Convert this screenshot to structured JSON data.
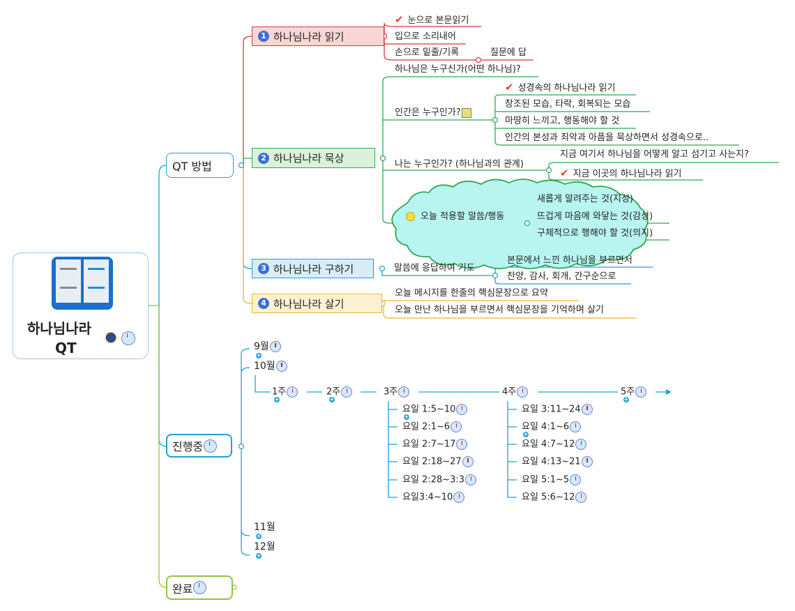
{
  "central": {
    "title_line1": "하나님나라",
    "title_line2": "QT"
  },
  "qt_method": {
    "label": "QT 방법",
    "reading": {
      "num": "1",
      "label": "하나님나라 읽기",
      "items": [
        "눈으로 본문읽기",
        "입으로 소리내어",
        "손으로 밑줄/기록"
      ],
      "sub": "질문에 답"
    },
    "meditation": {
      "num": "2",
      "label": "하나님나라 묵상",
      "q1": "하나님은 누구신가(어떤 하나님)?",
      "q2": "인간은 누구인가?",
      "q2_items": [
        "성경속의 하나님나라 읽기",
        "창조된 모습, 타락, 회복되는 모습",
        "마땅히 느끼고, 행동해야 할 것",
        "인간의 본성과 죄악과 아픔을 묵상하면서 성경속으로.."
      ],
      "q3": "나는 누구인가? (하나님과의 관계)",
      "q3_items": [
        "지금 여기서 하나님을 어떻게 알고 섬기고 사는지?",
        "지금 이곳의 하나님나라 읽기"
      ],
      "apply": "오늘 적용할 말씀/행동",
      "apply_items": [
        "새롭게 알려주는 것(지성)",
        "뜨겁게 마음에 와닿는 것(감성)",
        "구체적으로 행해야 할 것(의지)"
      ]
    },
    "seeking": {
      "num": "3",
      "label": "하나님나라 구하기",
      "item": "말씀에 응답하여 기도",
      "sub": [
        "본문에서 느낀 하나님을 부르면서",
        "찬양, 감사, 회개, 간구순으로"
      ]
    },
    "living": {
      "num": "4",
      "label": "하나님나라 살기",
      "items": [
        "오늘 메시지를 한줄의 핵심문장으로 요약",
        "오늘 만난 하나님을 부르면서 핵심문장을 기억하며 살기"
      ]
    }
  },
  "progress": {
    "label": "진행중",
    "months": [
      "9월",
      "10월",
      "11월",
      "12월"
    ],
    "weeks": [
      "1주",
      "2주",
      "3주",
      "4주",
      "5주"
    ],
    "week3": [
      "요일 1:5~10",
      "요일 2:1~6",
      "요일 2:7~17",
      "요일 2:18~27",
      "요일 2:28~3:3",
      "요일3:4~10"
    ],
    "week4": [
      "요일 3:11~24",
      "요일 4:1~6",
      "요일 4:7~12",
      "요일 4:13~21",
      "요일 5:1~5",
      "요일 5:6~12"
    ]
  },
  "done": {
    "label": "완료"
  },
  "colors": {
    "red": "#d8383a",
    "green": "#2fa84f",
    "blue": "#1da1d6",
    "orange": "#f0b429",
    "lime": "#8cc63f"
  }
}
